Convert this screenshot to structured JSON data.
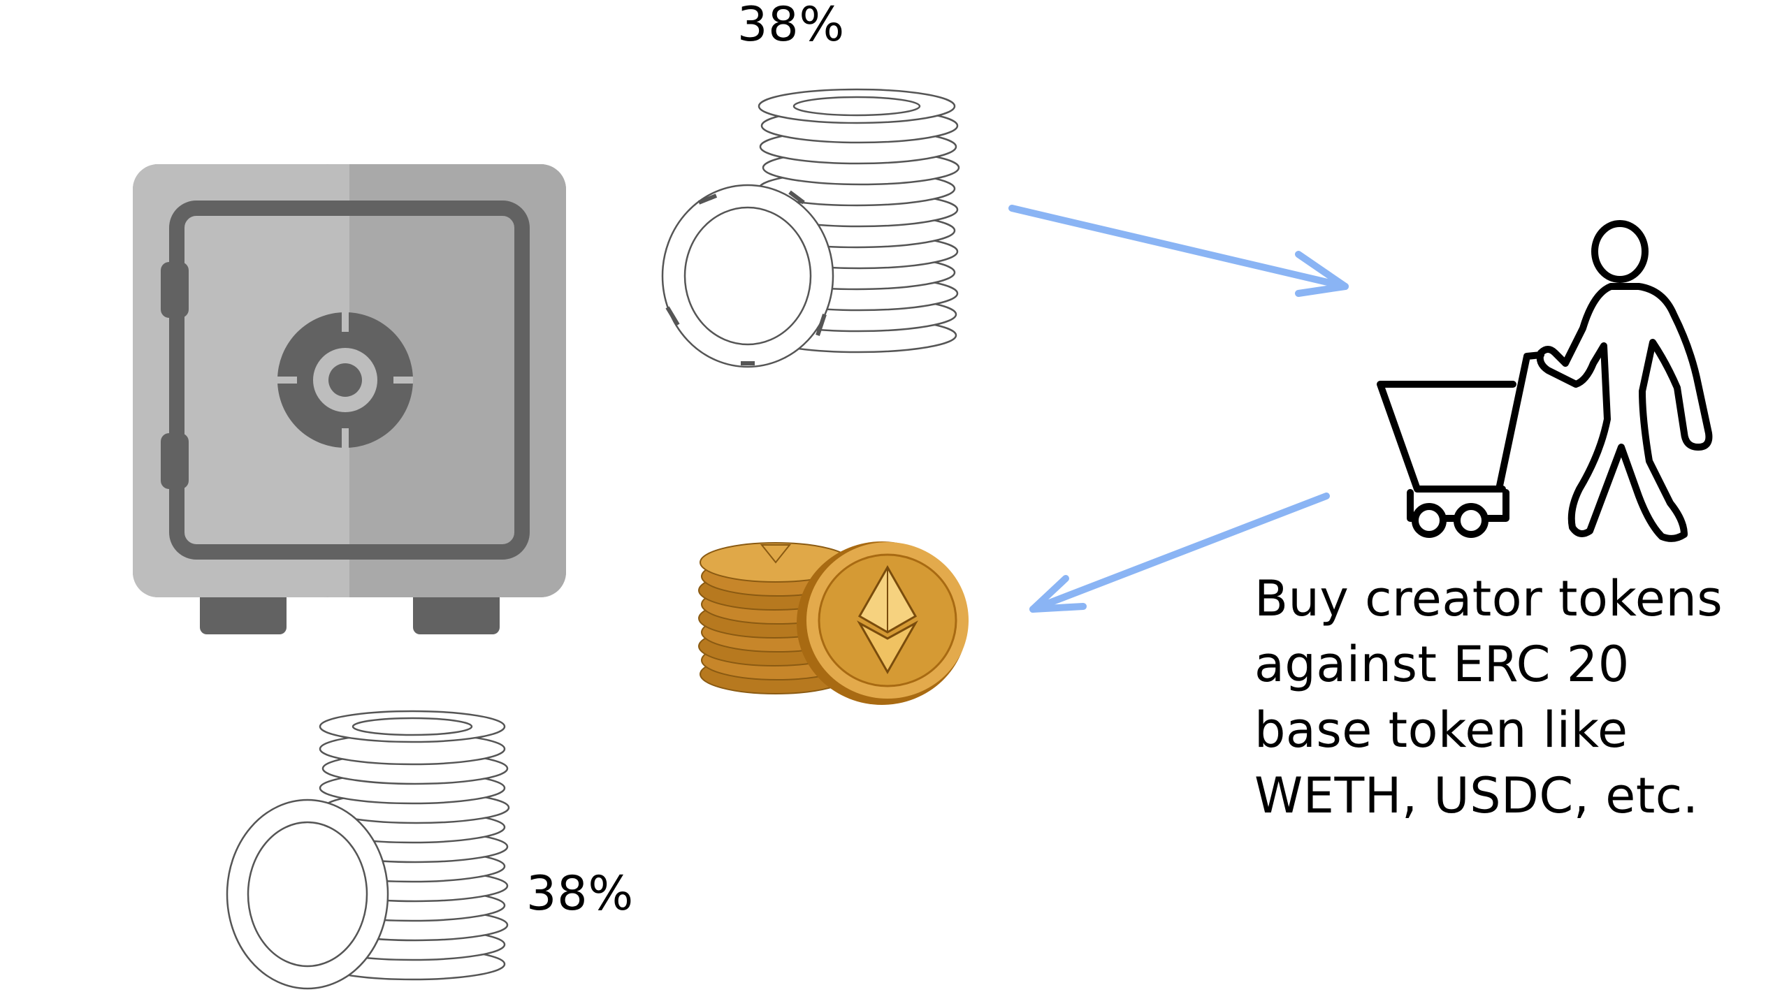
{
  "diagram": {
    "percent_top": "38%",
    "percent_bottom": "38%",
    "caption_lines": [
      "Buy creator tokens",
      "against ERC 20",
      "base token like",
      "WETH, USDC, etc."
    ]
  },
  "colors": {
    "safe_body": "#b3b3b3",
    "safe_light": "#bdbdbd",
    "safe_dark": "#626262",
    "arrow": "#8ab4f4",
    "chip_stroke": "#555555",
    "gold": "#d49a32",
    "gold_dark": "#8a5a12"
  },
  "icons": {
    "safe": "safe-icon",
    "chips_top": "chip-stack-icon",
    "chips_bottom": "chip-stack-icon",
    "gold_coins": "ethereum-coin-stack-icon",
    "shopper": "shopper-with-cart-icon",
    "arrow_to_shopper": "arrow-right-icon",
    "arrow_to_coins": "arrow-left-icon"
  }
}
